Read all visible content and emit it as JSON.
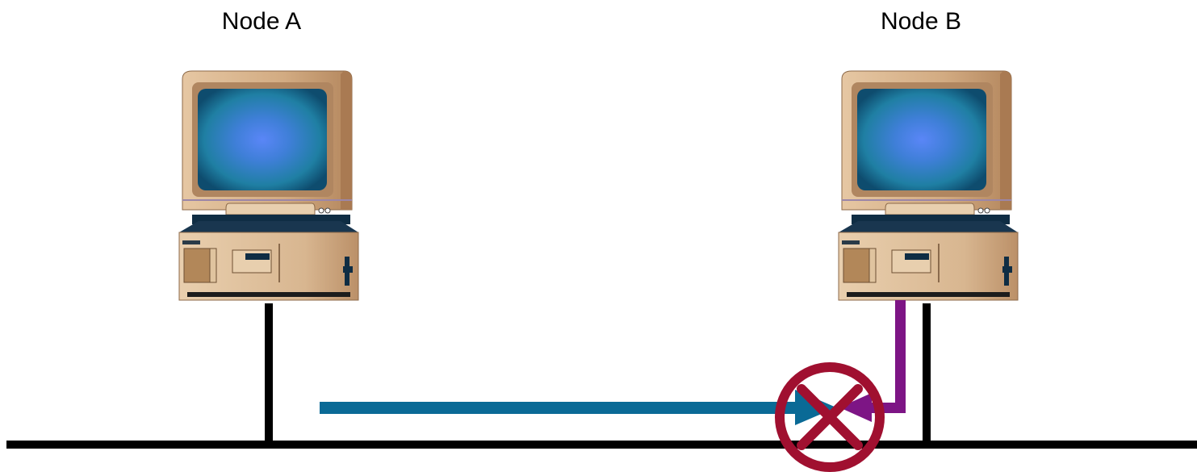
{
  "nodes": [
    {
      "id": "a",
      "label": "Node A"
    },
    {
      "id": "b",
      "label": "Node B"
    }
  ],
  "colors": {
    "bus": "#000000",
    "signal_a": "#0a6a96",
    "signal_b": "#7d1585",
    "collision_symbol": "#a01030",
    "monitor_body": "#d7b48e",
    "screen": "#1f7fa3",
    "screen_center": "#5a86f7",
    "chassis_dark": "#19364f"
  },
  "icons": {
    "computer": "desktop-computer-icon",
    "collision": "collision-no-symbol-icon"
  }
}
